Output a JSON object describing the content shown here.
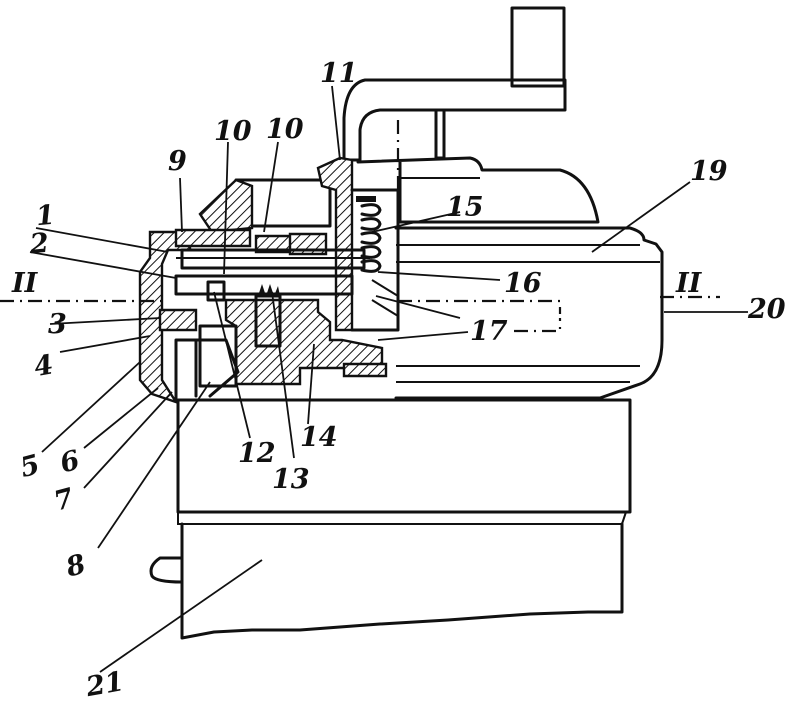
{
  "section_marks": {
    "left": "II",
    "right": "II"
  },
  "labels": [
    {
      "id": "1",
      "text": "1"
    },
    {
      "id": "2",
      "text": "2"
    },
    {
      "id": "3",
      "text": "3"
    },
    {
      "id": "4",
      "text": "4"
    },
    {
      "id": "5",
      "text": "5"
    },
    {
      "id": "6",
      "text": "6"
    },
    {
      "id": "7",
      "text": "7"
    },
    {
      "id": "8",
      "text": "8"
    },
    {
      "id": "9",
      "text": "9"
    },
    {
      "id": "10a",
      "text": "10"
    },
    {
      "id": "10b",
      "text": "10"
    },
    {
      "id": "11",
      "text": "11"
    },
    {
      "id": "12",
      "text": "12"
    },
    {
      "id": "13",
      "text": "13"
    },
    {
      "id": "14",
      "text": "14"
    },
    {
      "id": "15",
      "text": "15"
    },
    {
      "id": "16",
      "text": "16"
    },
    {
      "id": "17",
      "text": "17"
    },
    {
      "id": "19",
      "text": "19"
    },
    {
      "id": "20",
      "text": "20"
    },
    {
      "id": "21",
      "text": "21"
    }
  ],
  "colors": {
    "ink": "#111111",
    "paper": "#ffffff"
  }
}
